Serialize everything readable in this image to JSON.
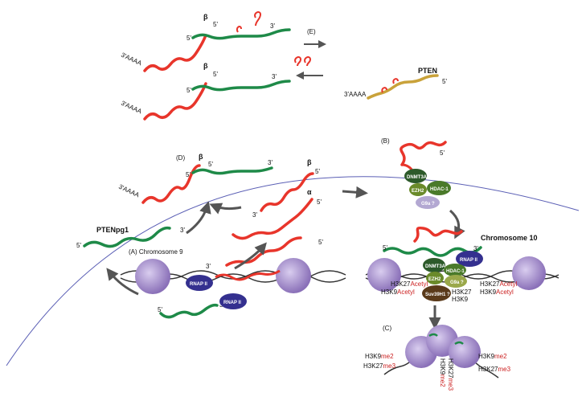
{
  "labels": {
    "beta": "β",
    "alpha": "α",
    "five_prime": "5'",
    "three_prime": "3'",
    "polyA": "3'AAAA",
    "E": "(E)",
    "pten": "PTEN",
    "D": "(D)",
    "ptenpg1": "PTENpg1",
    "A_chr9": "(A) Chromosome 9",
    "B": "(B)",
    "chr10": "Chromosome 10",
    "C": "(C)"
  },
  "proteins": {
    "rnap": "RNAP II",
    "dnmt3a": "DNMT3A",
    "ezh2": "EZH2",
    "hdac1": "HDAC-1",
    "g9a": "G9a ?",
    "suv39h1": "Suv39H1 ?"
  },
  "histone_marks": {
    "h3k27": "H3K27",
    "h3k9": "H3K9",
    "acetyl": "Acetyl",
    "me2": "me2",
    "me3": "me3"
  },
  "colors": {
    "red": "#e8352b",
    "green": "#1e8a48",
    "gold": "#c9a23a",
    "rnap": "#34308f",
    "nucleosome": "#a891c9",
    "membrane": "#5b5fb5"
  }
}
